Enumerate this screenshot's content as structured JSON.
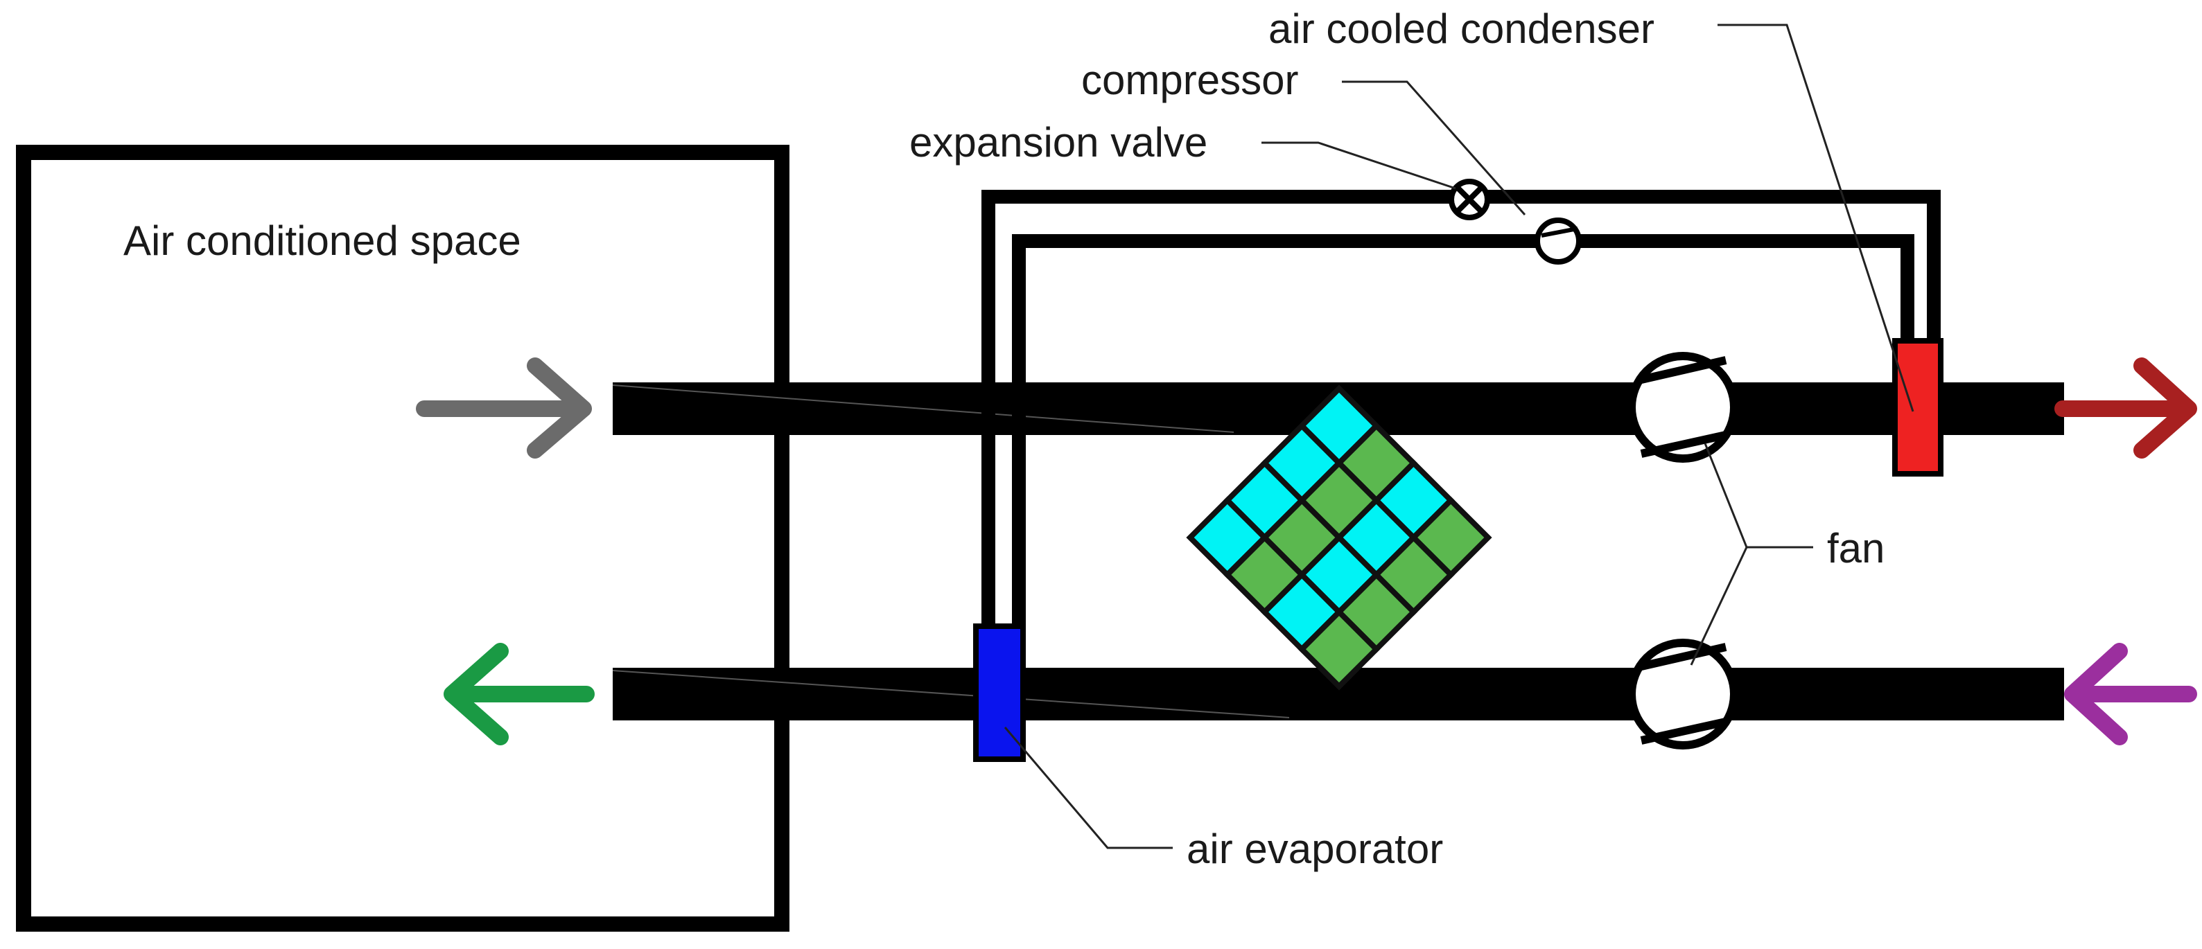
{
  "labels": {
    "space": "Air conditioned space",
    "condenser": "air cooled condenser",
    "compressor": "compressor",
    "valve": "expansion valve",
    "fan": "fan",
    "evaporator": "air evaporator"
  },
  "colors": {
    "line": "#000000",
    "heat_exchanger_cyan": "#00f3f5",
    "heat_exchanger_green": "#5bb84f",
    "condenser": "#ee2222",
    "evaporator": "#0a14ee",
    "arrow_outdoor_in": "#9b2f9e",
    "arrow_exhaust_out": "#a82020",
    "arrow_room_in": "#6b6b6b",
    "arrow_supply_out": "#1a9a44"
  },
  "heat_exchanger_pattern": [
    [
      "cyan",
      "green",
      "cyan",
      "green"
    ],
    [
      "cyan",
      "green",
      "cyan",
      "green"
    ],
    [
      "cyan",
      "green",
      "cyan",
      "green"
    ],
    [
      "cyan",
      "green",
      "cyan",
      "green"
    ]
  ],
  "icons": {
    "space_inflow": "arrow-right-icon",
    "supply_outflow": "arrow-left-icon",
    "exhaust_outflow": "arrow-right-icon",
    "outdoor_inflow": "arrow-left-icon",
    "fan": "fan-icon",
    "compressor": "compressor-icon",
    "valve": "expansion-valve-icon"
  }
}
